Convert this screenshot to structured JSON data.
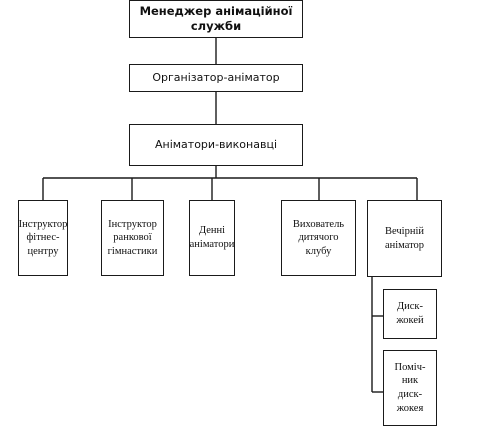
{
  "diagram": {
    "top": "Менеджер анімаційної служби",
    "organizer": "Організатор-аніматор",
    "performers": "Аніматори-виконавці",
    "roles": [
      "Інструктор\nфітнес-\nцентру",
      "Інструктор\nранкової\nгімнастики",
      "Денні\nаніматори",
      "Вихователь\nдитячого\nклубу",
      "Вечірній\nаніматор"
    ],
    "evening_sub": [
      "Диск-\nжокей",
      "Поміч-\nник\nдиск-\nжокея"
    ]
  }
}
